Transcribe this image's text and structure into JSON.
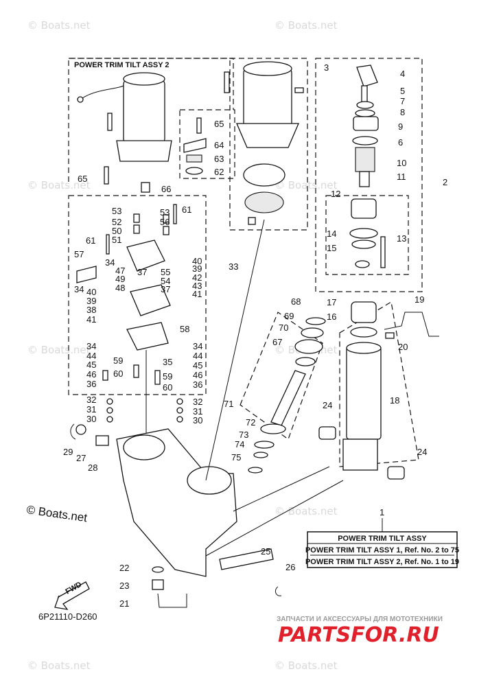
{
  "watermark": "© Boats.net",
  "copyright": "© Boats.net",
  "drawing_code": "6P21110-D260",
  "group_label": "POWER TRIM TILT ASSY 2",
  "fwd_label": "FWD",
  "legend": {
    "ref": "1",
    "title": "POWER TRIM TILT ASSY",
    "row1": "POWER TRIM TILT ASSY 1, Ref. No. 2 to 75",
    "row2": "POWER TRIM TILT ASSY 2, Ref. No. 1 to 19"
  },
  "store": {
    "tagline": "ЗАПЧАСТИ И АКСЕССУАРЫ ДЛЯ МОТОТЕХНИКИ",
    "logo": "PARTSFOR.RU"
  },
  "callouts": {
    "c2": "2",
    "c3": "3",
    "c4": "4",
    "c5": "5",
    "c6": "6",
    "c7": "7",
    "c8": "8",
    "c9": "9",
    "c10": "10",
    "c11": "11",
    "c12": "12",
    "c13": "13",
    "c14": "14",
    "c15": "15",
    "c16": "16",
    "c17": "17",
    "c18": "18",
    "c19": "19",
    "c20": "20",
    "c21": "21",
    "c22": "22",
    "c23": "23",
    "c24": "24",
    "c25": "25",
    "c26": "26",
    "c27": "27",
    "c28": "28",
    "c29": "29",
    "c30": "30",
    "c31": "31",
    "c32": "32",
    "c33": "33",
    "c34": "34",
    "c35": "35",
    "c36": "36",
    "c37": "37",
    "c38": "38",
    "c39": "39",
    "c40": "40",
    "c41": "41",
    "c42": "42",
    "c43": "43",
    "c44": "44",
    "c45": "45",
    "c46": "46",
    "c47": "47",
    "c48": "48",
    "c49": "49",
    "c50": "50",
    "c51": "51",
    "c52": "52",
    "c53": "53",
    "c54": "54",
    "c55": "55",
    "c56": "56",
    "c57": "57",
    "c58": "58",
    "c59": "59",
    "c60": "60",
    "c61": "61",
    "c62": "62",
    "c63": "63",
    "c64": "64",
    "c65": "65",
    "c66": "66",
    "c67": "67",
    "c68": "68",
    "c69": "69",
    "c70": "70",
    "c71": "71",
    "c72": "72",
    "c73": "73",
    "c74": "74",
    "c75": "75"
  },
  "colors": {
    "line": "#111111",
    "watermark": "#d9d9d9",
    "logo_red": "#e0202a",
    "logo_gray": "#9a9a9a"
  }
}
